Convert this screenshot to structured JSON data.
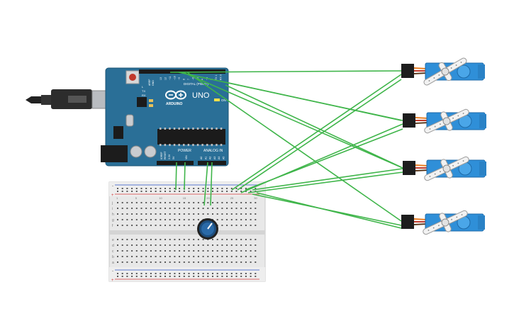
{
  "board": {
    "brand": "ARDUINO",
    "model": "UNO",
    "digital_label": "DIGITAL (PWM~)",
    "power_label": "POWER",
    "analog_label": "ANALOG IN",
    "on_label": "ON",
    "tx_label": "TX",
    "rx_label": "RX",
    "l_label": "L",
    "aref_label": "AREF",
    "gnd_label": "GND",
    "ioref_label": "IOREF",
    "reset_label": "RESET",
    "v33_label": "3.3V",
    "v5_label": "5V",
    "vin_label": "VIN",
    "analog_pins": [
      "A0",
      "A1",
      "A2",
      "A3",
      "A4",
      "A5"
    ],
    "digital_pins": [
      "13",
      "12",
      "~11",
      "~10",
      "~9",
      "8",
      "7",
      "~6",
      "~5",
      "4",
      "~3",
      "2",
      "TX 1",
      "RX 0"
    ]
  },
  "breadboard": {
    "column_numbers": [
      "1",
      "5",
      "10",
      "15",
      "20",
      "25",
      "30"
    ],
    "row_letters_top": [
      "j",
      "i",
      "h",
      "g",
      "f"
    ],
    "row_letters_bottom": [
      "e",
      "d",
      "c",
      "b",
      "a"
    ],
    "rail_plus": "+",
    "rail_minus": "-"
  },
  "servos": [
    {
      "id": "servo-1"
    },
    {
      "id": "servo-2"
    },
    {
      "id": "servo-3"
    },
    {
      "id": "servo-4"
    }
  ],
  "colors": {
    "board": "#2a6f97",
    "wire": "#3fb54a",
    "servo_body": "#2f8fd8",
    "breadboard": "#e6e6e6",
    "knob": "#1d4e7e"
  }
}
